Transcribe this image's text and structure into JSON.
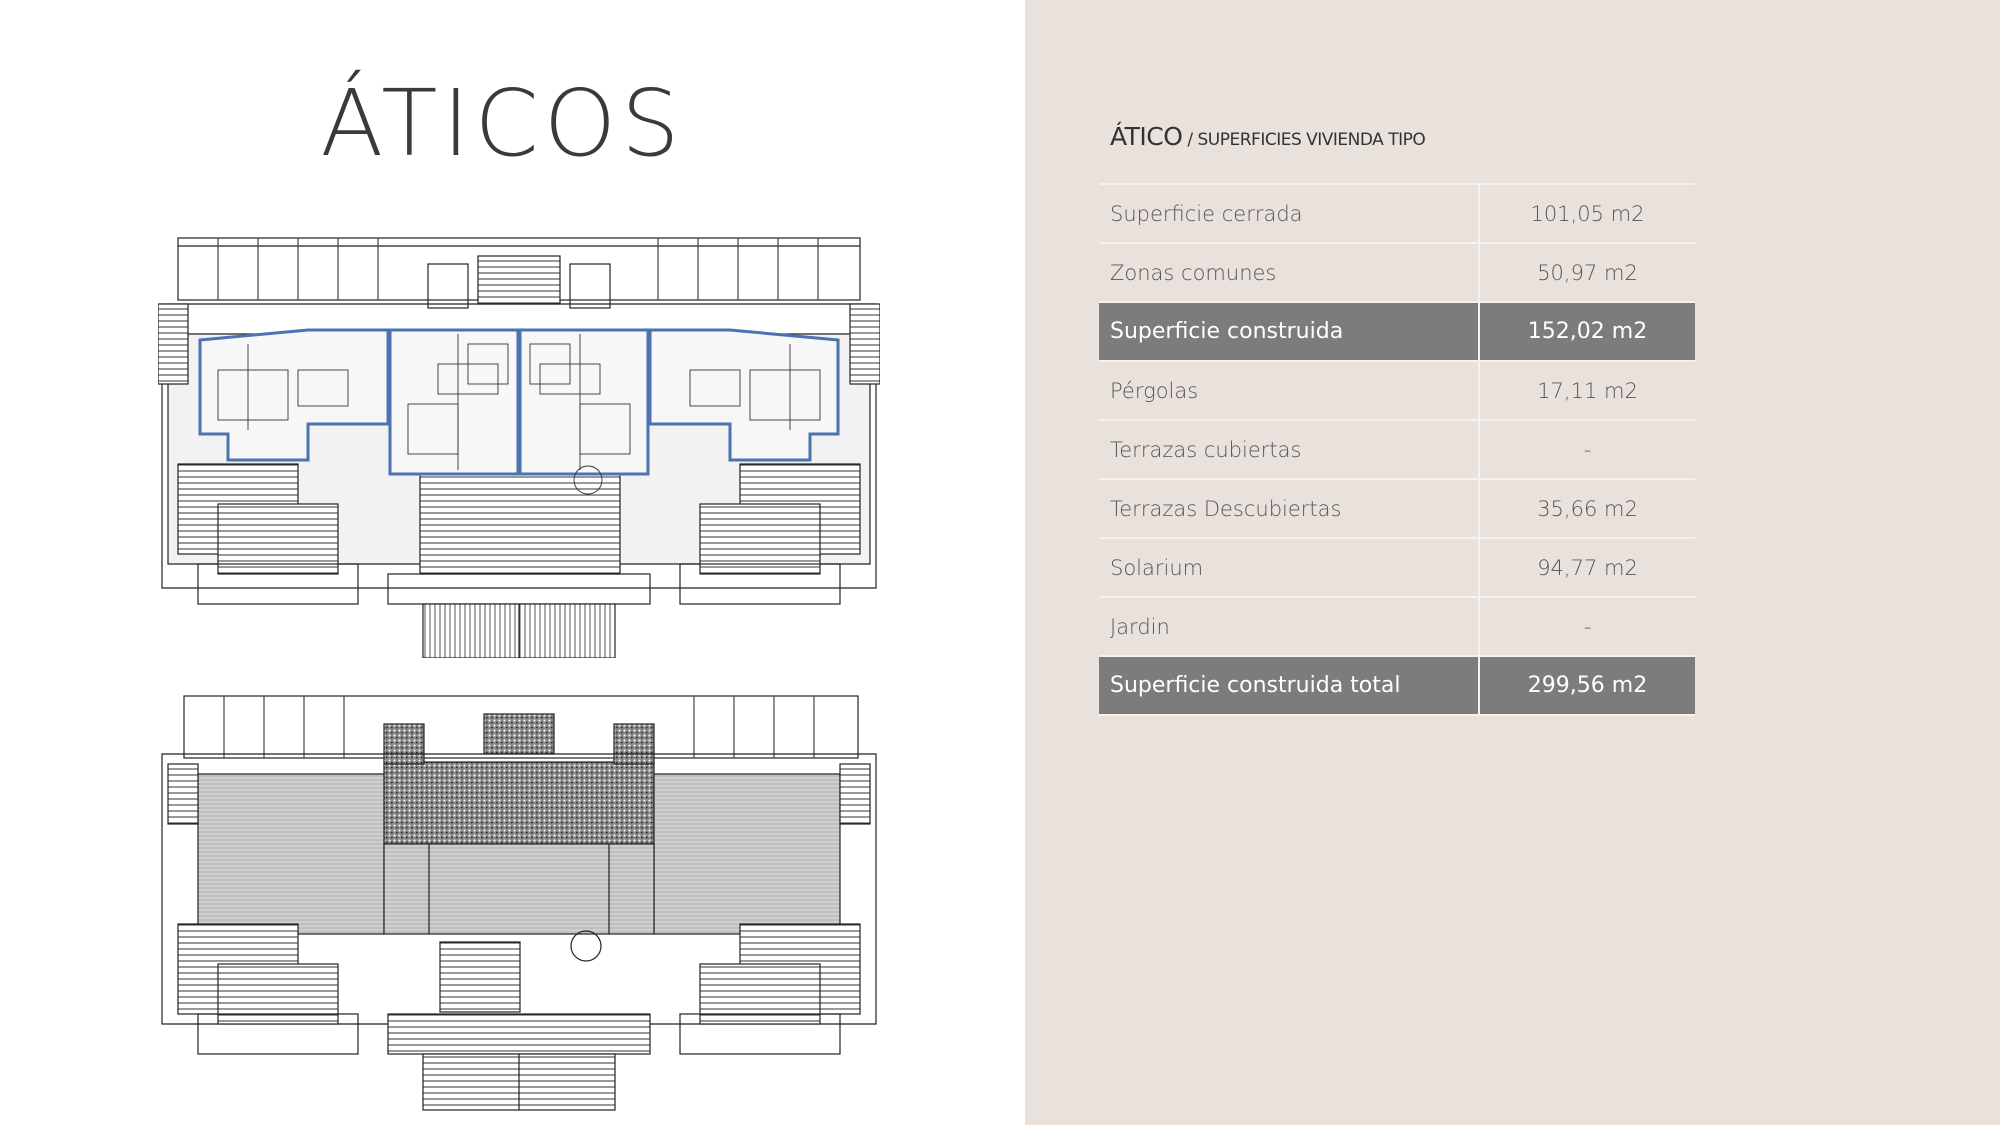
{
  "page": {
    "title": "ÁTICOS"
  },
  "subtitle": {
    "main": "ÁTICO",
    "sep": " / ",
    "rest": "SUPERFICIES VIVIENDA TIPO"
  },
  "rows": [
    {
      "label": "Superficie cerrada",
      "value": "101,05 m2",
      "highlight": false
    },
    {
      "label": "Zonas comunes",
      "value": "50,97 m2",
      "highlight": false
    },
    {
      "label": "Superficie construida",
      "value": "152,02 m2",
      "highlight": true
    },
    {
      "label": "Pérgolas",
      "value": "17,11 m2",
      "highlight": false
    },
    {
      "label": "Terrazas cubiertas",
      "value": "-",
      "highlight": false
    },
    {
      "label": "Terrazas Descubiertas",
      "value": "35,66 m2",
      "highlight": false
    },
    {
      "label": "Solarium",
      "value": "94,77 m2",
      "highlight": false
    },
    {
      "label": "Jardin",
      "value": "-",
      "highlight": false
    },
    {
      "label": "Superficie construida total",
      "value": "299,56 m2",
      "highlight": true
    }
  ],
  "colors": {
    "panel": "#e9e1dc",
    "highlight": "#7c7c7c",
    "accent_plan": "#4a73b0"
  }
}
